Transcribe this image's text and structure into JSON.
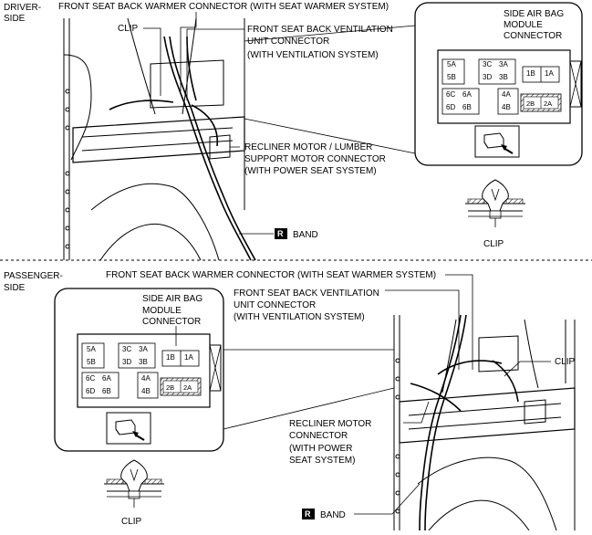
{
  "driver": {
    "side_label_1": "DRIVER-",
    "side_label_2": "SIDE",
    "warmer": "FRONT SEAT BACK WARMER CONNECTOR (WITH SEAT WARMER SYSTEM)",
    "clip": "CLIP",
    "vent_1": "FRONT SEAT BACK VENTILATION",
    "vent_2": "UNIT CONNECTOR",
    "vent_3": "(WITH VENTILATION SYSTEM)",
    "recliner_1": "RECLINER MOTOR / LUMBER",
    "recliner_2": "SUPPORT MOTOR CONNECTOR",
    "recliner_3": "(WITH POWER SEAT SYSTEM)",
    "band": "BAND",
    "band_badge": "R",
    "airbag_1": "SIDE AIR BAG",
    "airbag_2": "MODULE",
    "airbag_3": "CONNECTOR",
    "clip_detail": "CLIP"
  },
  "passenger": {
    "side_label_1": "PASSENGER-",
    "side_label_2": "SIDE",
    "warmer": "FRONT SEAT BACK WARMER CONNECTOR (WITH SEAT WARMER SYSTEM)",
    "vent_1": "FRONT SEAT BACK VENTILATION",
    "vent_2": "UNIT CONNECTOR",
    "vent_3": "(WITH VENTILATION SYSTEM)",
    "airbag_1": "SIDE AIR BAG",
    "airbag_2": "MODULE",
    "airbag_3": "CONNECTOR",
    "clip": "CLIP",
    "recliner_1": "RECLINER MOTOR",
    "recliner_2": "CONNECTOR",
    "recliner_3": "(WITH POWER",
    "recliner_4": "SEAT SYSTEM)",
    "band": "BAND",
    "band_badge": "R",
    "clip_detail": "CLIP"
  },
  "pins": {
    "p5a": "5A",
    "p5b": "5B",
    "p3c": "3C",
    "p3a": "3A",
    "p3d": "3D",
    "p3b": "3B",
    "p1b": "1B",
    "p1a": "1A",
    "p6c": "6C",
    "p6a": "6A",
    "p6d": "6D",
    "p6b": "6B",
    "p4a": "4A",
    "p4b": "4B",
    "p2b": "2B",
    "p2a": "2A"
  }
}
